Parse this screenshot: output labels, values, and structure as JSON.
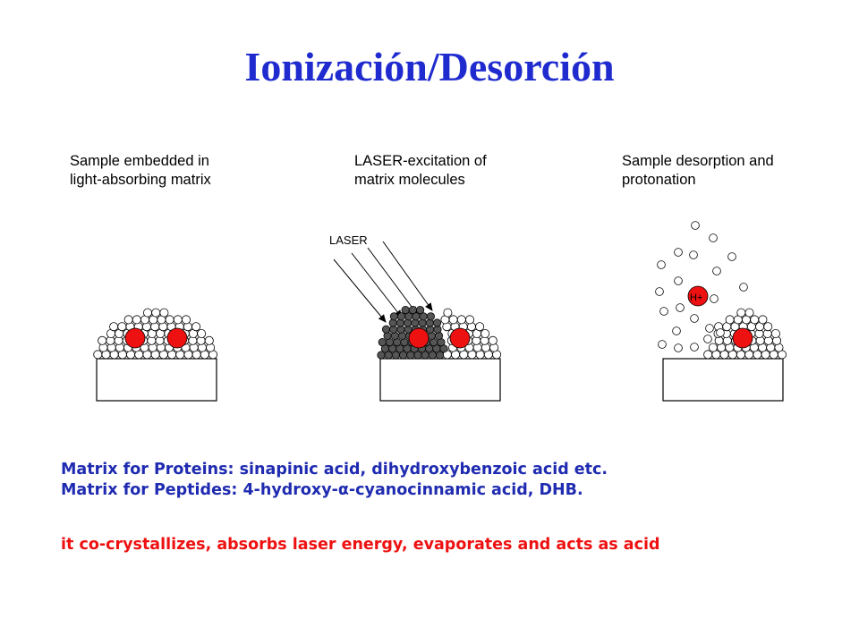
{
  "title": "Ionización/Desorción",
  "steps": [
    {
      "line1": "Sample embedded in",
      "line2": "light-absorbing  matrix"
    },
    {
      "line1": "LASER-excitation of",
      "line2": "matrix  molecules"
    },
    {
      "line1": "Sample desorption and",
      "line2": "protonation"
    }
  ],
  "laser_label": "LASER",
  "proton_label": "H+",
  "notes": {
    "proteins": "Matrix for Proteins: sinapinic acid, dihydroxybenzoic acid etc.",
    "peptides": "Matrix for Peptides: 4-hydroxy-α-cyanocinnamic acid, DHB.",
    "property": "it co-crystallizes, absorbs laser energy, evaporates and acts as acid"
  },
  "colors": {
    "title": "#1f2bcf",
    "notes": "#1f2bb0",
    "property": "#ee1111",
    "analyte": "#ee1111",
    "excited_matrix": "#555555"
  }
}
